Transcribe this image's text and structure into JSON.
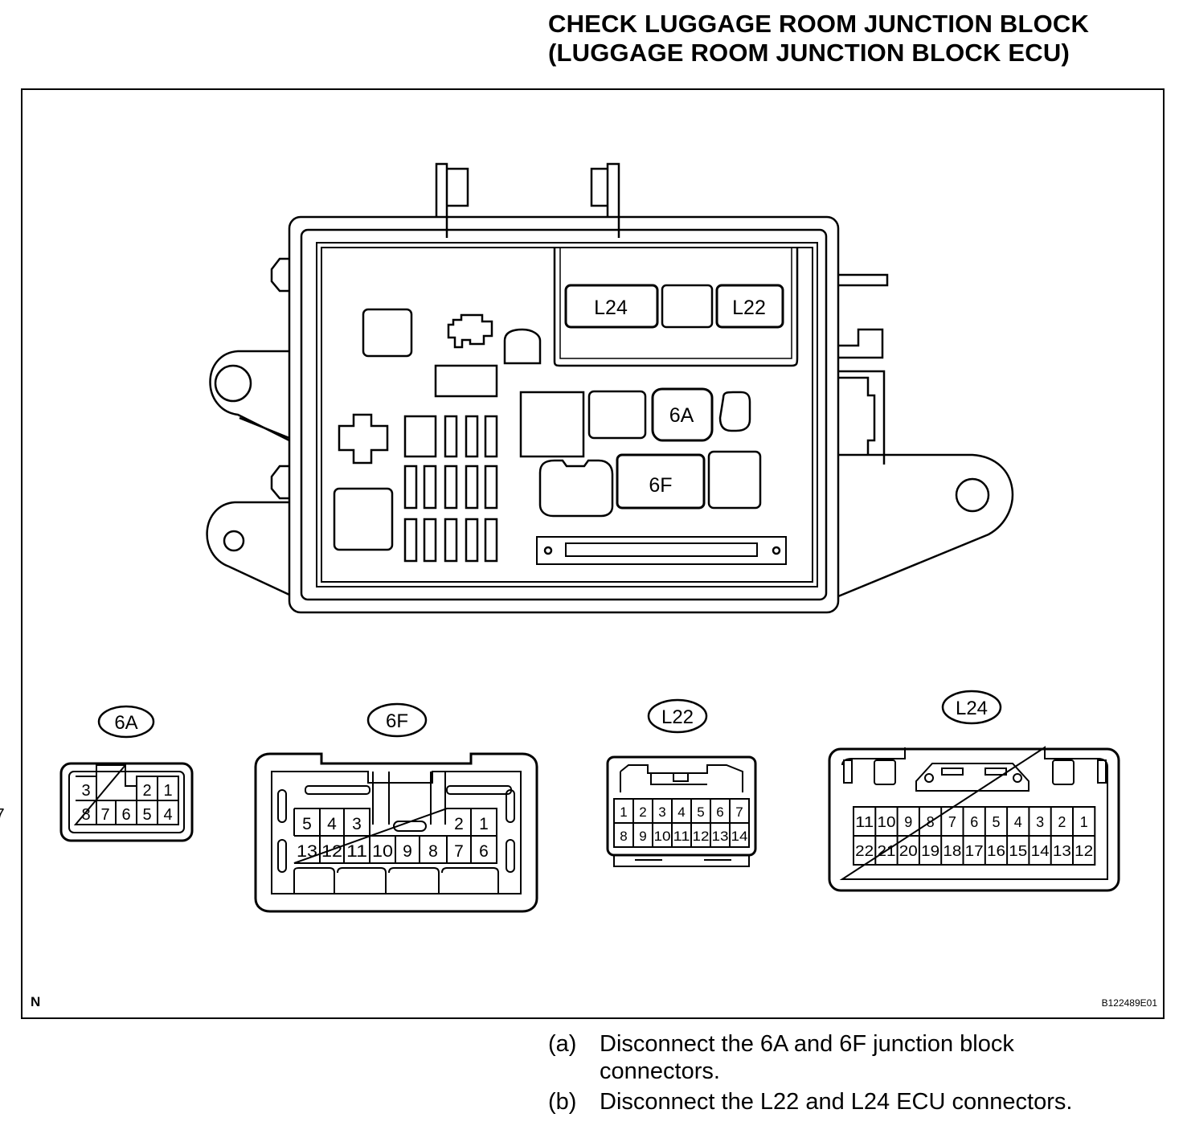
{
  "title": {
    "line1": "CHECK LUGGAGE ROOM JUNCTION BLOCK",
    "line2": "(LUGGAGE ROOM JUNCTION BLOCK ECU)"
  },
  "block_labels": {
    "l24": "L24",
    "l22": "L22",
    "a6": "6A",
    "f6": "6F"
  },
  "connectors": {
    "c6a": {
      "label": "6A",
      "row1": [
        "3",
        "",
        "",
        "2",
        "1"
      ],
      "row2": [
        "8",
        "7",
        "6",
        "5",
        "4"
      ]
    },
    "c6f": {
      "label": "6F",
      "row1": [
        "5",
        "4",
        "3",
        "",
        "",
        "",
        "2",
        "1"
      ],
      "row2": [
        "13",
        "12",
        "11",
        "10",
        "9",
        "8",
        "7",
        "6"
      ]
    },
    "l22": {
      "label": "L22",
      "row1": [
        "1",
        "2",
        "3",
        "4",
        "5",
        "6",
        "7"
      ],
      "row2": [
        "8",
        "9",
        "10",
        "11",
        "12",
        "13",
        "14"
      ]
    },
    "l24": {
      "label": "L24",
      "row1": [
        "11",
        "10",
        "9",
        "8",
        "7",
        "6",
        "5",
        "4",
        "3",
        "2",
        "1"
      ],
      "row2": [
        "22",
        "21",
        "20",
        "19",
        "18",
        "17",
        "16",
        "15",
        "14",
        "13",
        "12"
      ]
    }
  },
  "corner_left": "N",
  "figure_id": "B122489E01",
  "steps": [
    {
      "label": "(a)",
      "line1": "Disconnect the 6A and 6F junction block",
      "line2": "connectors."
    },
    {
      "label": "(b)",
      "line1": "Disconnect the L22 and L24 ECU connectors.",
      "line2": ""
    }
  ]
}
